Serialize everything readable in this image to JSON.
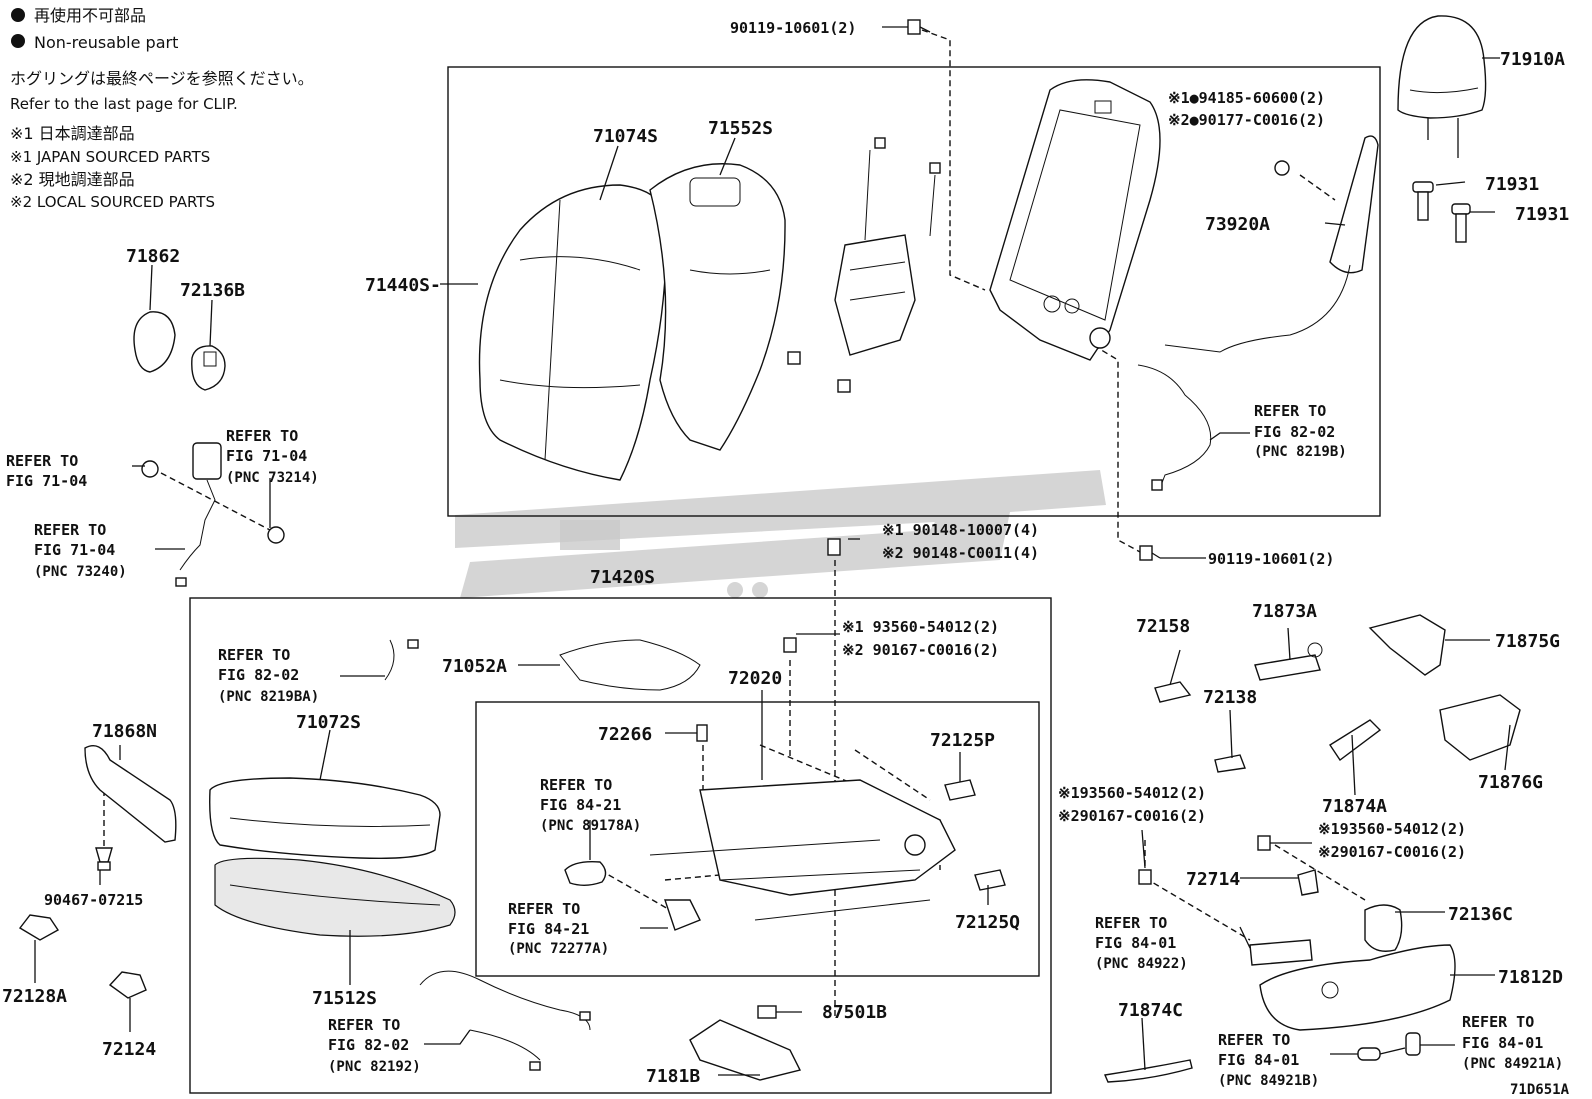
{
  "legend": {
    "dot_symbol": "●",
    "non_reusable_jp": "再使用不可部品",
    "non_reusable_en": "Non-reusable part",
    "clip_jp": "ホグリングは最終ページを参照ください。",
    "clip_en": "Refer to the last page for CLIP.",
    "note1_jp": "※1 日本調達部品",
    "note1_en": "※1 JAPAN SOURCED PARTS",
    "note2_jp": "※2 現地調達部品",
    "note2_en": "※2 LOCAL SOURCED PARTS"
  },
  "parts": {
    "p90119_top": "90119-10601(2)",
    "p71910A": "71910A",
    "p71931_a": "71931",
    "p71931_b": "71931",
    "p94185": "※1●94185-60600(2)",
    "p90177": "※2●90177-C0016(2)",
    "p73920A": "73920A",
    "p71074S": "71074S",
    "p71552S": "71552S",
    "p71440S": "71440S-",
    "p71862": "71862",
    "p72136B": "72136B",
    "p90148_1": "※1 90148-10007(4)",
    "p90148_2": "※2 90148-C0011(4)",
    "p90119_mid": "90119-10601(2)",
    "p71420S": "71420S",
    "p93560_a1": "※1 93560-54012(2)",
    "p90167_a2": "※2 90167-C0016(2)",
    "p71052A": "71052A",
    "p72020": "72020",
    "p72266": "72266",
    "p72125P": "72125P",
    "p72125Q": "72125Q",
    "p71072S": "71072S",
    "p71868N": "71868N",
    "p90467": "90467-07215",
    "p72128A": "72128A",
    "p72124": "72124",
    "p71512S": "71512S",
    "p87501B": "87501B",
    "p7181B": "7181B",
    "p72158": "72158",
    "p71873A": "71873A",
    "p71875G": "71875G",
    "p72138": "72138",
    "p71874A": "71874A",
    "p71876G": "71876G",
    "p93560_b1": "※193560-54012(2)",
    "p90167_b2": "※290167-C0016(2)",
    "p93560_c1": "※193560-54012(2)",
    "p90167_c2": "※290167-C0016(2)",
    "p72714": "72714",
    "p72136C": "72136C",
    "p71812D": "71812D",
    "p71874C": "71874C",
    "diagram_code": "71D651A"
  },
  "refs": {
    "r8202_top": {
      "l1": "REFER TO",
      "l2": "FIG 82-02",
      "l3": "(PNC 8219B)"
    },
    "r7104_a": {
      "l1": "REFER TO",
      "l2": "FIG 71-04",
      "l3": "(PNC 73214)"
    },
    "r7104_b": {
      "l1": "REFER TO",
      "l2": "FIG 71-04"
    },
    "r7104_c": {
      "l1": "REFER TO",
      "l2": "FIG 71-04",
      "l3": "(PNC 73240)"
    },
    "r8202_mid": {
      "l1": "REFER TO",
      "l2": "FIG 82-02",
      "l3": "(PNC 8219BA)"
    },
    "r8421_a": {
      "l1": "REFER TO",
      "l2": "FIG 84-21",
      "l3": "(PNC 89178A)"
    },
    "r8421_b": {
      "l1": "REFER TO",
      "l2": "FIG 84-21",
      "l3": "(PNC 72277A)"
    },
    "r8202_bot": {
      "l1": "REFER TO",
      "l2": "FIG 82-02",
      "l3": "(PNC 82192)"
    },
    "r8401_a": {
      "l1": "REFER TO",
      "l2": "FIG 84-01",
      "l3": "(PNC 84922)"
    },
    "r8401_b": {
      "l1": "REFER TO",
      "l2": "FIG 84-01",
      "l3": "(PNC 84921B)"
    },
    "r8401_c": {
      "l1": "REFER TO",
      "l2": "FIG 84-01",
      "l3": "(PNC 84921A)"
    }
  }
}
